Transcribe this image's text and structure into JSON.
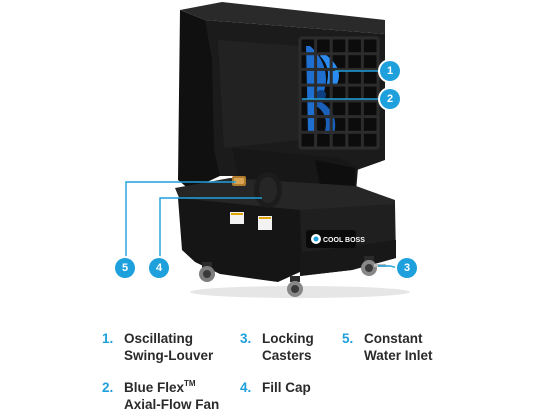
{
  "brand": {
    "logo_text": "COOL BOSS",
    "accent_color": "#1ea0dc",
    "body_color": "#151515"
  },
  "callouts": [
    {
      "number": "1",
      "target": "Oscillating Swing-Louver"
    },
    {
      "number": "2",
      "target": "Blue Flex Axial-Flow Fan"
    },
    {
      "number": "3",
      "target": "Locking Casters"
    },
    {
      "number": "4",
      "target": "Fill Cap"
    },
    {
      "number": "5",
      "target": "Constant Water Inlet"
    }
  ],
  "legend": [
    {
      "num": "1.",
      "line1": "Oscillating",
      "line2": "Swing-Louver"
    },
    {
      "num": "2.",
      "line1": "Blue Flex",
      "line1_sup": "TM",
      "line2": "Axial-Flow Fan"
    },
    {
      "num": "3.",
      "line1": "Locking",
      "line2": "Casters"
    },
    {
      "num": "4.",
      "line1": "Fill Cap",
      "line2": ""
    },
    {
      "num": "5.",
      "line1": "Constant",
      "line2": "Water Inlet"
    }
  ]
}
